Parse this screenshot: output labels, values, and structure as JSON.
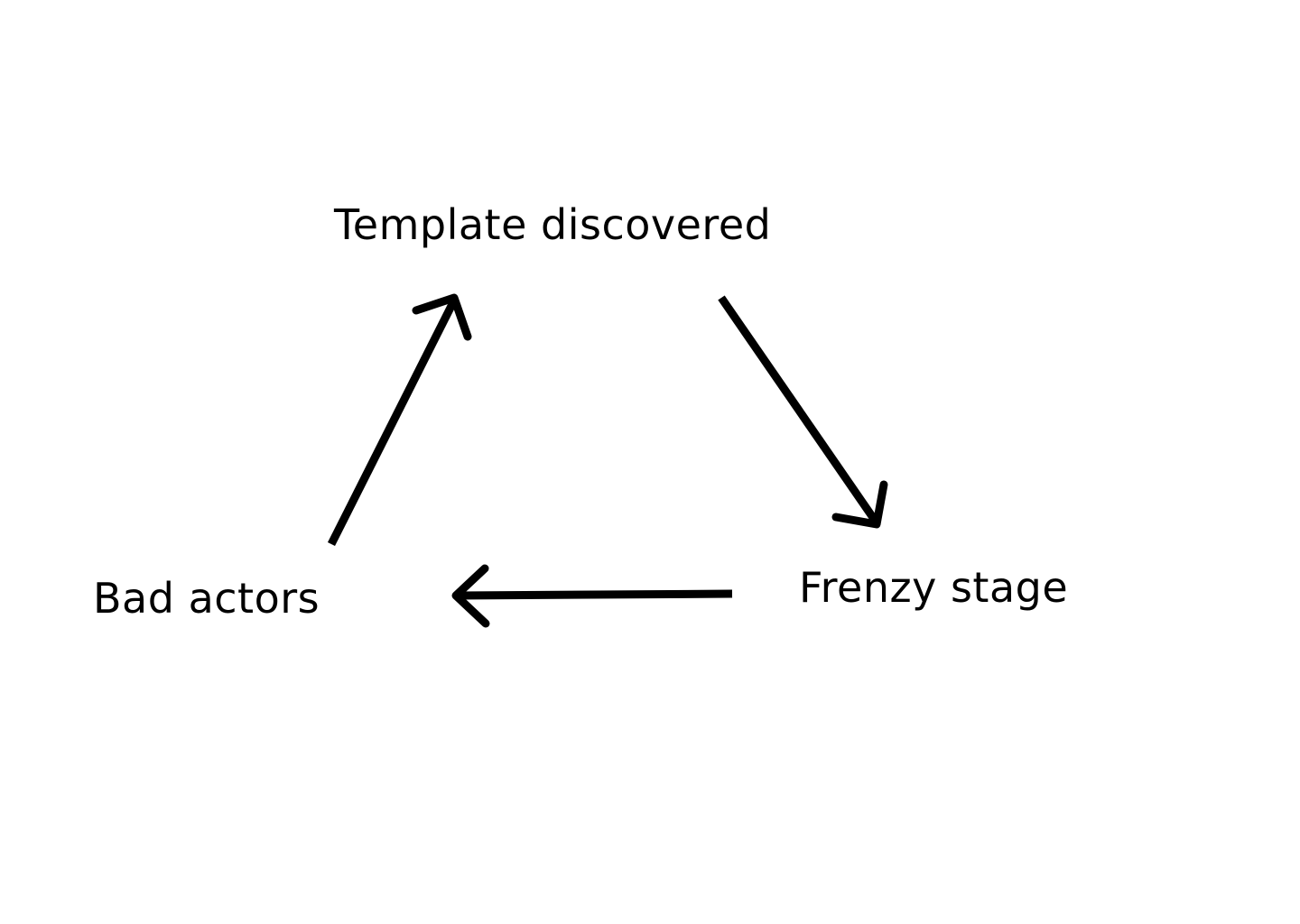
{
  "diagram": {
    "type": "cycle",
    "nodes": [
      {
        "id": "template",
        "label": "Template discovered"
      },
      {
        "id": "frenzy",
        "label": "Frenzy stage"
      },
      {
        "id": "bad",
        "label": "Bad actors"
      }
    ],
    "edges": [
      {
        "from": "template",
        "to": "frenzy"
      },
      {
        "from": "frenzy",
        "to": "bad"
      },
      {
        "from": "bad",
        "to": "template"
      }
    ],
    "colors": {
      "background": "#ffffff",
      "ink": "#000000"
    }
  }
}
